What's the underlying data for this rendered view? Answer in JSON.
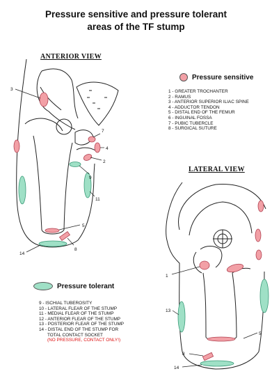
{
  "title": {
    "line1": "Pressure sensitive and pressure tolerant",
    "line2": "areas of the TF stump"
  },
  "views": {
    "anterior": "ANTERIOR VIEW",
    "lateral": "LATERAL VIEW"
  },
  "legend": {
    "sensitive": {
      "label": "Pressure sensitive",
      "color": "#f2a0a6"
    },
    "tolerant": {
      "label": "Pressure tolerant",
      "color": "#9fe0c6"
    }
  },
  "sensitive_list": [
    "1 - GREATER TROCHANTER",
    "2 - RAMUS",
    "3 - ANTERIOR SUPERIOR ILIAC SPINE",
    "4 - ADDUCTOR TENDON",
    "5 - DISTAL END OF THE FEMUR",
    "6 - INGUINAL FOSSA",
    "7 - PUBIC TUBERCLE",
    "8 - SURGICAL SUTURE"
  ],
  "tolerant_list": [
    "9 - ISCHIAL TUBEROSITY",
    "10 - LATERAL FLEAR OF THE STUMP",
    "11 - MEDIAL FLEAR OF THE STUMP",
    "12 - ANTERIOR FLEAR OF THE STUMP",
    "13 - POSTERIOR FLEAR OF THE STUMP",
    "14 - DISTAL END OF THE STUMP FOR",
    "TOTAL CONTACT SOCKET"
  ],
  "tolerant_note": "(NO PRESSURE, CONTACT ONLY!)",
  "anterior_callouts": [
    "3",
    "7",
    "4",
    "2",
    "9",
    "11",
    "5",
    "8",
    "14"
  ],
  "lateral_callouts": [
    "1",
    "13",
    "5",
    "8",
    "14"
  ]
}
